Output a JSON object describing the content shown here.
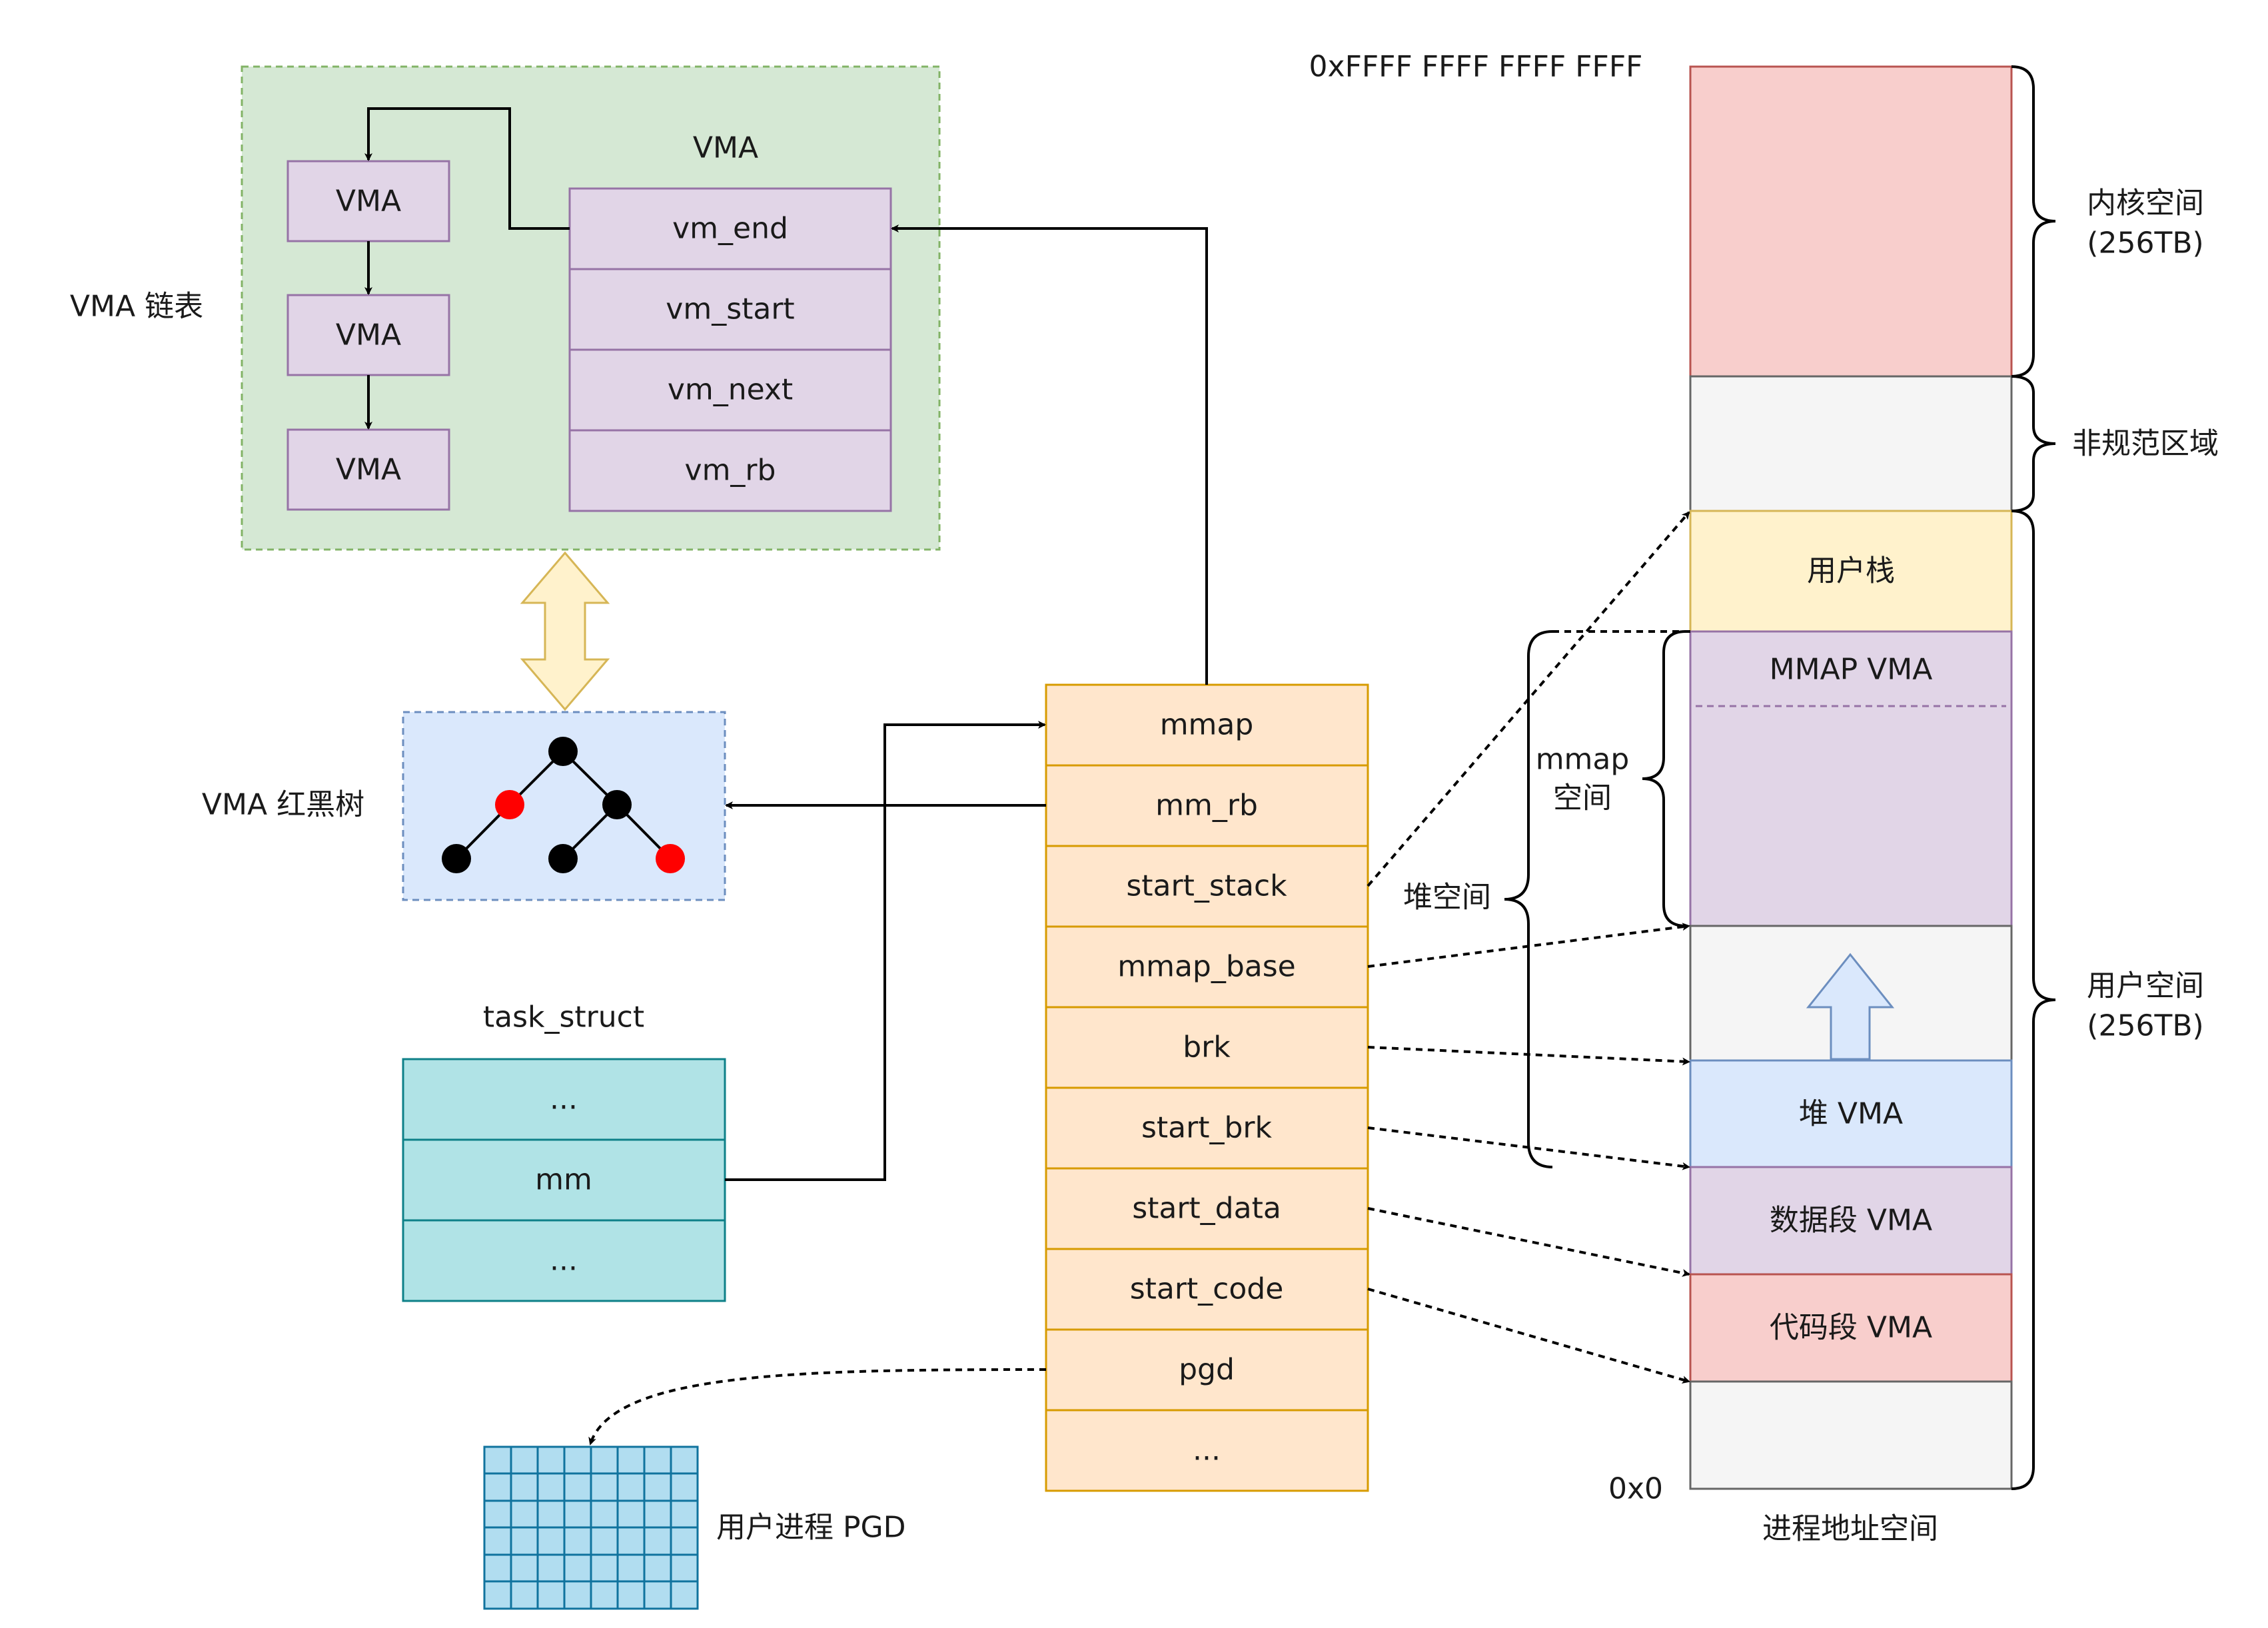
{
  "vma_list": {
    "label": "VMA 链表",
    "nodes": [
      "VMA",
      "VMA",
      "VMA"
    ],
    "struct_title": "VMA",
    "fields": [
      "vm_end",
      "vm_start",
      "vm_next",
      "vm_rb"
    ]
  },
  "rbtree": {
    "label": "VMA 红黑树"
  },
  "task_struct": {
    "title": "task_struct",
    "rows": [
      "...",
      "mm",
      "..."
    ]
  },
  "mm_struct": {
    "rows": [
      "mmap",
      "mm_rb",
      "start_stack",
      "mmap_base",
      "brk",
      "start_brk",
      "start_data",
      "start_code",
      "pgd",
      "..."
    ]
  },
  "pgd": {
    "label": "用户进程 PGD"
  },
  "address_space": {
    "top_address": "0xFFFF FFFF FFFF FFFF",
    "bottom_address": "0x0",
    "title": "进程地址空间",
    "segments": {
      "user_stack": "用户栈",
      "mmap_vma": "MMAP VMA",
      "heap_vma": "堆 VMA",
      "data_vma": "数据段 VMA",
      "code_vma": "代码段 VMA"
    },
    "brace_labels": {
      "kernel_line1": "内核空间",
      "kernel_line2": "(256TB)",
      "noncanonical": "非规范区域",
      "user_line1": "用户空间",
      "user_line2": "(256TB)",
      "mmap_line1": "mmap",
      "mmap_line2": "空间",
      "heap": "堆空间"
    }
  },
  "colors": {
    "green_fill": "#d5e8d4",
    "green_stroke": "#82b366",
    "purple_fill": "#e1d5e7",
    "purple_stroke": "#9673a6",
    "orange_fill": "#ffe6cc",
    "orange_stroke": "#d79b00",
    "teal_fill": "#b0e3e6",
    "teal_stroke": "#0e8088",
    "blue_fill": "#dae8fc",
    "blue_stroke": "#6c8ebf",
    "red_fill": "#f8cecc",
    "red_stroke": "#b85450",
    "yellow_fill": "#fff2cc",
    "yellow_stroke": "#d6b656",
    "gray_fill": "#f5f5f5",
    "gray_stroke": "#666666",
    "pgd_fill": "#b1ddf0",
    "pgd_stroke": "#10739e"
  }
}
